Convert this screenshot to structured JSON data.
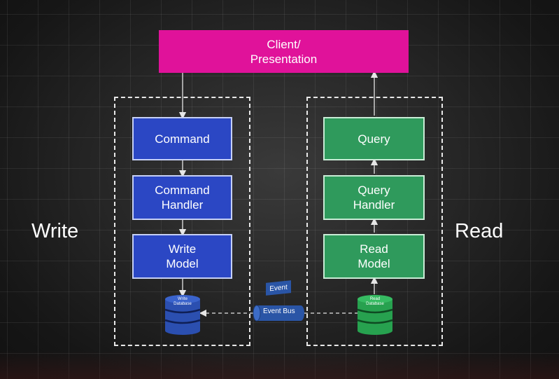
{
  "sides": {
    "write": "Write",
    "read": "Read"
  },
  "client": {
    "label": "Client/\nPresentation"
  },
  "write": {
    "command": "Command",
    "handler": "Command\nHandler",
    "model": "Write\nModel",
    "database": "Write\nDatabase"
  },
  "read": {
    "query": "Query",
    "handler": "Query\nHandler",
    "model": "Read\nModel",
    "database": "Read\nDatabase"
  },
  "event_bus": {
    "event": "Event",
    "bus": "Event Bus"
  },
  "colors": {
    "client": "#e0129a",
    "write": "#2b47c4",
    "read": "#2f9a5c",
    "event": "#2a55a6"
  }
}
